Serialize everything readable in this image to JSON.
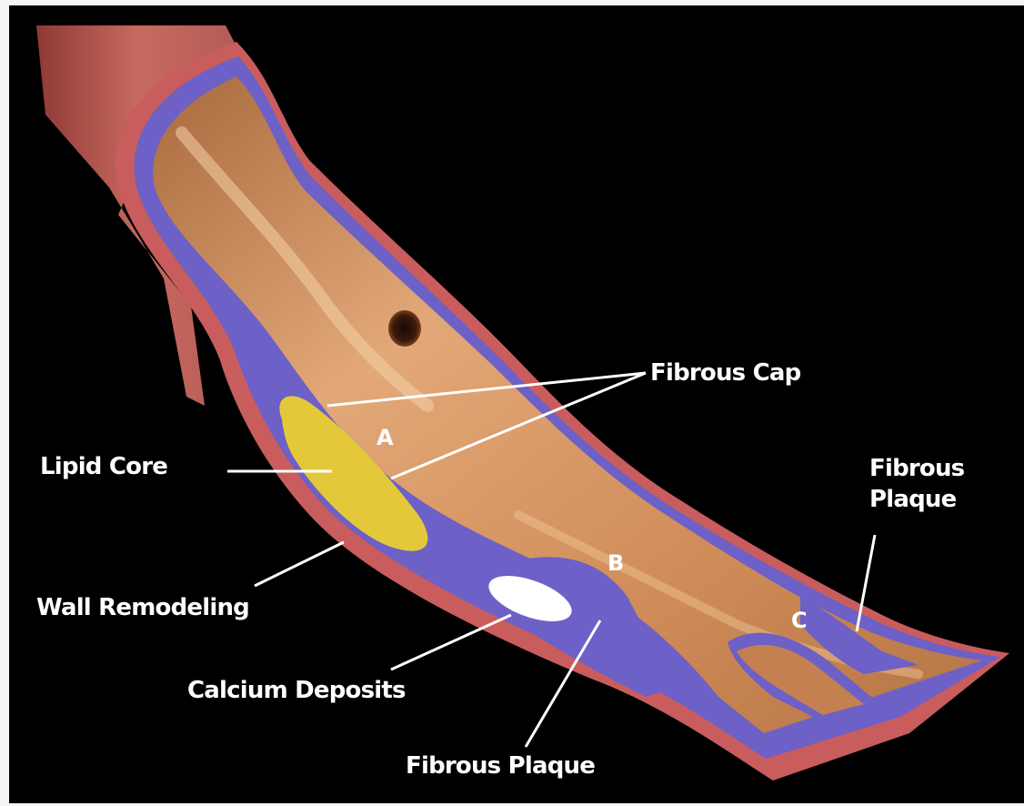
{
  "labels": {
    "fibrous_cap": "Fibrous Cap",
    "lipid_core": "Lipid Core",
    "fibrous_plaque_right_line1": "Fibrous",
    "fibrous_plaque_right_line2": "Plaque",
    "wall_remodeling": "Wall Remodeling",
    "calcium_deposits": "Calcium Deposits",
    "fibrous_plaque_bottom": "Fibrous Plaque"
  },
  "markers": {
    "a": "A",
    "b": "B",
    "c": "C"
  },
  "colors": {
    "background": "#000000",
    "outer_wall": "#c8585a",
    "intima": "#6a5fc8",
    "lumen": "#d49868",
    "lipid": "#e3c93a",
    "calcium": "#ffffff",
    "label_text": "#ffffff"
  }
}
